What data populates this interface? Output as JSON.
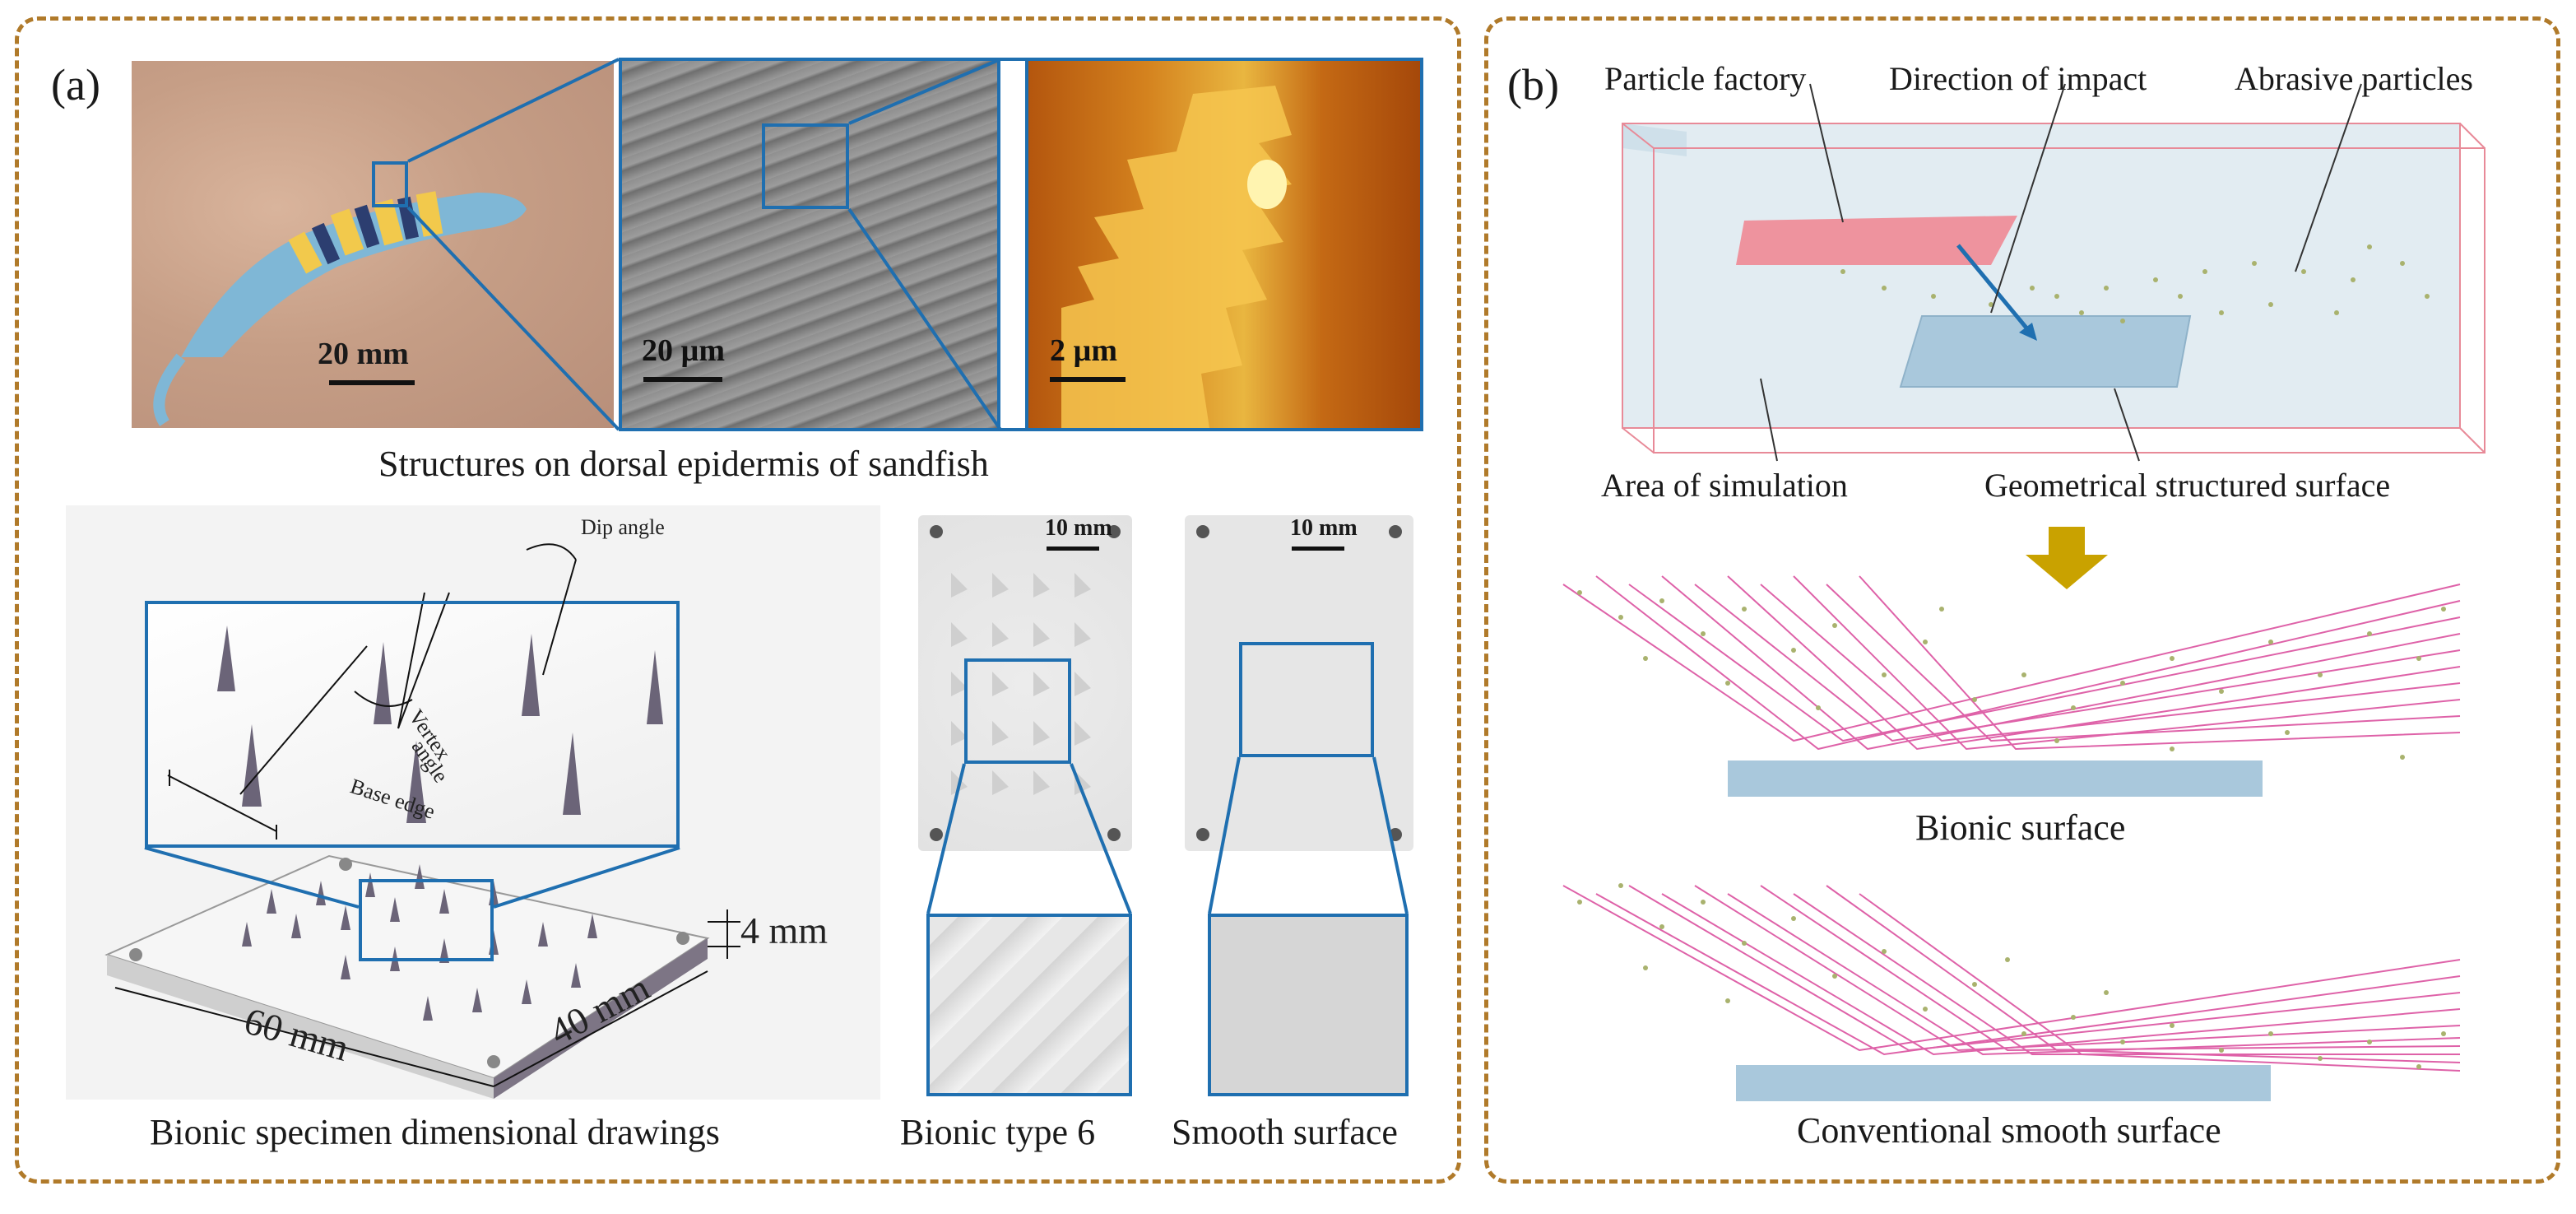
{
  "panel_a": {
    "letter": "(a)",
    "scale_photo": "20 mm",
    "scale_sem": "20 µm",
    "scale_afm": "2 µm",
    "caption_top": "Structures on dorsal epidermis of sandfish",
    "drawing": {
      "dip_angle": "Dip angle",
      "vertex_angle_1": "Vertex",
      "vertex_angle_2": "angle",
      "base_edge": "Base edge",
      "thickness": "4 mm",
      "length": "60 mm",
      "width": "40 mm"
    },
    "scale_specimen_1": "10 mm",
    "scale_specimen_2": "10 mm",
    "caption_drawing": "Bionic specimen dimensional drawings",
    "caption_bionic": "Bionic type 6",
    "caption_smooth": "Smooth surface"
  },
  "panel_b": {
    "letter": "(b)",
    "particle_factory": "Particle factory",
    "direction_of_impact": "Direction of impact",
    "abrasive_particles": "Abrasive particles",
    "area_of_simulation": "Area of simulation",
    "geometrical_surface": "Geometrical structured surface",
    "caption_bionic": "Bionic surface",
    "caption_smooth": "Conventional smooth surface"
  },
  "colors": {
    "frame": "#b07a2a",
    "highlight_box": "#1f6fb0",
    "particle_factory": "#f08a95",
    "simulation_box": "#c9dde8",
    "plate": "#a9c8dc",
    "trajectory": "#d9479a",
    "particle": "#a9b26e",
    "arrow": "#c9a200"
  }
}
